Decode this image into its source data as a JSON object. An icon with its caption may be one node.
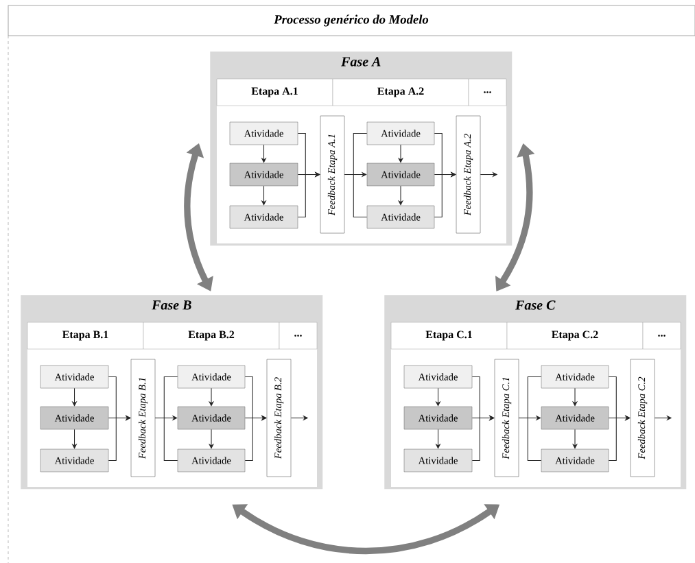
{
  "diagram": {
    "title": "Processo genérico do Modelo",
    "nodes": [
      {
        "text": [
          "Fase A"
        ]
      },
      {
        "text": [
          "Etapa A.1"
        ],
        "in": 0
      },
      {
        "text": [
          "Etapa A.2"
        ],
        "in": 0
      },
      {
        "text": [
          "..."
        ],
        "in": 0
      },
      {
        "text": [
          "Atividade"
        ],
        "in": 0
      },
      {
        "text": [
          "Atividade"
        ],
        "in": 0
      },
      {
        "text": [
          "Atividade"
        ],
        "in": 0
      },
      {
        "text": [
          "Feedback Etapa A.1"
        ],
        "in": 0
      },
      {
        "text": [
          "Atividade"
        ],
        "in": 0
      },
      {
        "text": [
          "Atividade"
        ],
        "in": 0
      },
      {
        "text": [
          "Atividade"
        ],
        "in": 0
      },
      {
        "text": [
          "Feedback Etapa A.2"
        ],
        "in": 0
      },
      {
        "text": [
          "Fase B"
        ]
      },
      {
        "text": [
          "Etapa B.1"
        ],
        "in": 12
      },
      {
        "text": [
          "Etapa B.2"
        ],
        "in": 12
      },
      {
        "text": [
          "..."
        ],
        "in": 12
      },
      {
        "text": [
          "Atividade"
        ],
        "in": 12
      },
      {
        "text": [
          "Atividade"
        ],
        "in": 12
      },
      {
        "text": [
          "Atividade"
        ],
        "in": 12
      },
      {
        "text": [
          "Feedback Etapa B.1"
        ],
        "in": 12
      },
      {
        "text": [
          "Atividade"
        ],
        "in": 12
      },
      {
        "text": [
          "Atividade"
        ],
        "in": 12
      },
      {
        "text": [
          "Atividade"
        ],
        "in": 12
      },
      {
        "text": [
          "Feedback Etapa B.2"
        ],
        "in": 12
      },
      {
        "text": [
          "Fase C"
        ]
      },
      {
        "text": [
          "Etapa C.1"
        ],
        "in": 24
      },
      {
        "text": [
          "Etapa C.2"
        ],
        "in": 24
      },
      {
        "text": [
          "..."
        ],
        "in": 24
      },
      {
        "text": [
          "Atividade"
        ],
        "in": 24
      },
      {
        "text": [
          "Atividade"
        ],
        "in": 24
      },
      {
        "text": [
          "Atividade"
        ],
        "in": 24
      },
      {
        "text": [
          "Feedback Etapa C.1"
        ],
        "in": 24
      },
      {
        "text": [
          "Atividade"
        ],
        "in": 24
      },
      {
        "text": [
          "Atividade"
        ],
        "in": 24
      },
      {
        "text": [
          "Atividade"
        ],
        "in": 24
      },
      {
        "text": [
          "Feedback Etapa C.2"
        ],
        "in": 24
      }
    ],
    "edges": [
      {
        "from": 4,
        "to": 5,
        "arrow": "to"
      },
      {
        "from": 5,
        "to": 6,
        "arrow": "to"
      },
      {
        "from": 4,
        "to": 7,
        "arrow": "to"
      },
      {
        "from": 5,
        "to": 7,
        "arrow": "to"
      },
      {
        "from": 6,
        "to": 7,
        "arrow": "to"
      },
      {
        "from": 7,
        "to": 8,
        "arrow": "none"
      },
      {
        "from": 7,
        "to": 9,
        "arrow": "to"
      },
      {
        "from": 7,
        "to": 10,
        "arrow": "none"
      },
      {
        "from": 8,
        "to": 9,
        "arrow": "to"
      },
      {
        "from": 9,
        "to": 10,
        "arrow": "to"
      },
      {
        "from": 8,
        "to": 11,
        "arrow": "to"
      },
      {
        "from": 9,
        "to": 11,
        "arrow": "to"
      },
      {
        "from": 10,
        "to": 11,
        "arrow": "to"
      },
      {
        "from": 11,
        "to": null,
        "arrow": "to"
      },
      {
        "from": 16,
        "to": 17,
        "arrow": "to"
      },
      {
        "from": 17,
        "to": 18,
        "arrow": "to"
      },
      {
        "from": 16,
        "to": 19,
        "arrow": "to"
      },
      {
        "from": 17,
        "to": 19,
        "arrow": "to"
      },
      {
        "from": 18,
        "to": 19,
        "arrow": "to"
      },
      {
        "from": 19,
        "to": 20,
        "arrow": "none"
      },
      {
        "from": 19,
        "to": 21,
        "arrow": "to"
      },
      {
        "from": 19,
        "to": 22,
        "arrow": "none"
      },
      {
        "from": 20,
        "to": 21,
        "arrow": "to"
      },
      {
        "from": 21,
        "to": 22,
        "arrow": "to"
      },
      {
        "from": 20,
        "to": 23,
        "arrow": "to"
      },
      {
        "from": 21,
        "to": 23,
        "arrow": "to"
      },
      {
        "from": 22,
        "to": 23,
        "arrow": "to"
      },
      {
        "from": 23,
        "to": null,
        "arrow": "to"
      },
      {
        "from": 28,
        "to": 29,
        "arrow": "to"
      },
      {
        "from": 29,
        "to": 30,
        "arrow": "to"
      },
      {
        "from": 28,
        "to": 31,
        "arrow": "to"
      },
      {
        "from": 29,
        "to": 31,
        "arrow": "to"
      },
      {
        "from": 30,
        "to": 31,
        "arrow": "to"
      },
      {
        "from": 31,
        "to": 32,
        "arrow": "none"
      },
      {
        "from": 31,
        "to": 33,
        "arrow": "to"
      },
      {
        "from": 31,
        "to": 34,
        "arrow": "none"
      },
      {
        "from": 32,
        "to": 33,
        "arrow": "to"
      },
      {
        "from": 33,
        "to": 34,
        "arrow": "to"
      },
      {
        "from": 32,
        "to": 35,
        "arrow": "to"
      },
      {
        "from": 33,
        "to": 35,
        "arrow": "to"
      },
      {
        "from": 34,
        "to": 35,
        "arrow": "to"
      },
      {
        "from": 35,
        "to": null,
        "arrow": "to"
      },
      {
        "from": 0,
        "to": 12,
        "arrow": "both",
        "style": "thick",
        "color": "#808080"
      },
      {
        "from": 0,
        "to": 24,
        "arrow": "both",
        "style": "thick",
        "color": "#808080"
      },
      {
        "from": 12,
        "to": 24,
        "arrow": "both",
        "style": "thick",
        "color": "#808080"
      }
    ]
  }
}
